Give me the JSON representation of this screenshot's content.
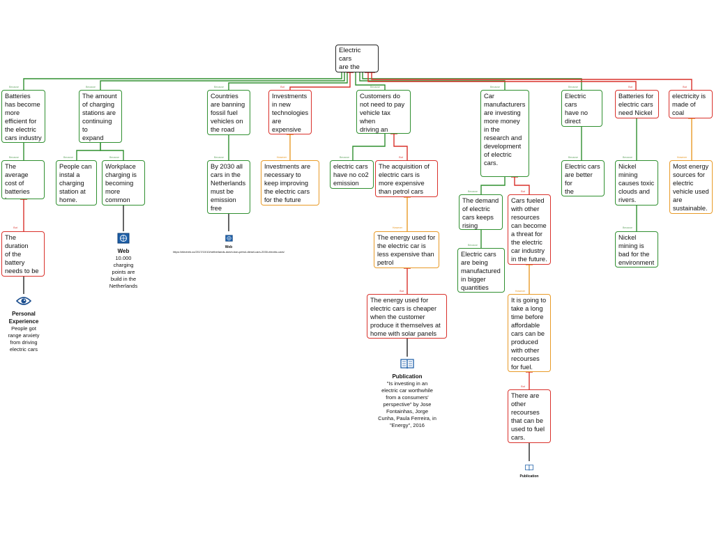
{
  "root": {
    "text": "Electric cars\nare the\nfuture"
  },
  "nodes": {
    "n1": "Batteries\nhas become\nmore\nefficient for\nthe electric\ncars industry",
    "n1a": "The average\ncost of\nbatteries has\ndropped",
    "n1b": "The duration\nof the\nbattery\nneeds to be\nimproved",
    "n2": "The amount\nof charging\nstations are\ncontinuing to\nexpand\nnationally.",
    "n2a": "People can\ninstal a\ncharging\nstation at\nhome.",
    "n2b": "Workplace\ncharging is\nbecoming\nmore\ncommon",
    "n3": "Countries\nare banning\nfossil fuel\nvehicles on\nthe road",
    "n3a": "By 2030 all\ncars in the\nNetherlands\nmust be\nemission\nfree",
    "n4": "Investments\nin new\ntechnologies\nare\nexpensive",
    "n4a": "Investments are\nnecessary  to\nkeep improving\nthe electric cars\nfor the future",
    "n5": "Customers do\nnot need to pay\nvehicle tax when\ndriving an\nelectric car",
    "n5a": "electric cars\nhave no co2\nemission",
    "n5b": "The acquisition of\nelectric cars is\nmore expensive\nthan petrol cars",
    "n5c": "The energy used for\nthe electric car is\nless expensive than\npetrol",
    "n5d": "The energy used for\nelectric cars is cheaper\nwhen the customer\nproduce it themselves at\nhome with solar panels",
    "n6": "Car\nmanufacturers\nare investing\nmore money\nin the\nresearch and\ndevelopment\nof electric\ncars.",
    "n6a": "The demand\nof electric\ncars keeps\nrising",
    "n6a1": "Electric cars\nare being\nmanufactured\nin bigger\nquantities",
    "n6b": "Cars fueled\nwith other\nresources\ncan become\na threat for\nthe electric\ncar industry\nin the future.",
    "n6c": "It is going to\ntake a long\ntime before\naffordable\ncars can be\nproduced\nwith other\nrecourses\nfor fuel.",
    "n6d": "There are\nother\nrecourses\nthat can be\nused to fuel\ncars.",
    "n7": "Electric cars\nhave no\ndirect\nemission",
    "n7a": "Electric cars\nare better for\nthe\nenvironment",
    "n8": "Batteries for\nelectric cars\nneed Nickel",
    "n8a": "Nickel\nmining\ncauses toxic\nclouds and\nrivers.",
    "n8b": "Nickel\nmining is\nbad for the\nenvironment",
    "n9": "electricity is\nmade of coal\nand gas",
    "n9a": "Most energy\nsources for\nelectric\nvehicle used\nare\nsustainable."
  },
  "link_labels": {
    "because": "Because",
    "but": "But",
    "however": "However"
  },
  "resources": {
    "r1": {
      "icon": "eye-icon",
      "title": "Personal\nExperience",
      "desc": "People got\nrange anxiety\nfrom driving\nelectric cars"
    },
    "r2": {
      "icon": "web-icon",
      "title": "Web",
      "desc": "10.000\ncharging\npoints are\nbuild in the\nNetherlands"
    },
    "r3": {
      "icon": "web-icon",
      "title": "Web",
      "url": "https://electrek.co/2017/10/10/netherlands-dutch-ban-petrol-diesel-cars-2030-electric-cars/"
    },
    "r4": {
      "icon": "book-icon",
      "title": "Publication",
      "desc": "\"Is investing in an\nelectric car worthwhile\nfrom a consumers'\nperspective\" by Jose\nFontainhas, Jorge\nCunha, Paula Ferreira, in\n\"Energy\", 2016"
    },
    "r5": {
      "icon": "book-icon",
      "title": "Publication"
    }
  },
  "colors": {
    "because": "#2f8f2f",
    "but": "#d9302a",
    "however": "#e89a26",
    "root": "#222222"
  }
}
